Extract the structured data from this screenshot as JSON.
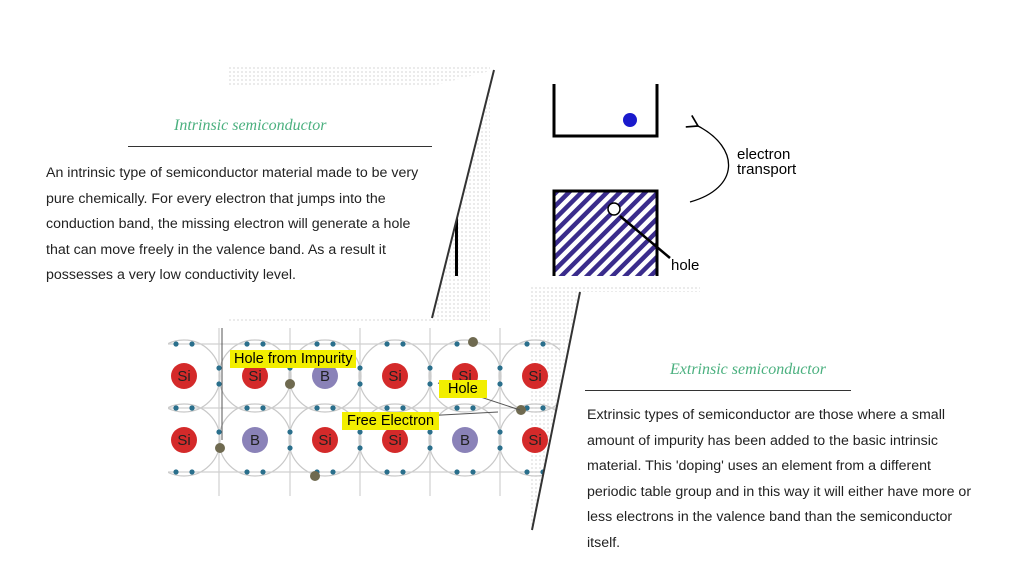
{
  "intrinsic": {
    "title": "Intrinsic semiconductor",
    "body": "An intrinsic type of semiconductor material made to be very pure chemically. For every electron that jumps into the conduction band, the missing electron will generate a hole that can move freely in the valence band. As a result it possesses a very low conductivity level."
  },
  "extrinsic": {
    "title": "Extrinsic semiconductor",
    "body": "Extrinsic types of semiconductor are those where a small amount of impurity has been added to the basic intrinsic material. This 'doping' uses an element from a different periodic table group and in this way it will either have more or less electrons in the valence band than the semiconductor itself."
  },
  "band_diagram": {
    "transport_label_1": "electron",
    "transport_label_2": "transport",
    "hole_label": "hole",
    "colors": {
      "electron": "#1a1acc",
      "hatch": "#3a2c8c"
    }
  },
  "lattice_diagram": {
    "row1": [
      "Si",
      "Si",
      "B",
      "Si",
      "Si",
      "Si"
    ],
    "row2": [
      "Si",
      "B",
      "Si",
      "Si",
      "B",
      "Si"
    ],
    "label_hole_impurity": "Hole from Impurity",
    "label_hole": "Hole",
    "label_free_electron": "Free Electron",
    "colors": {
      "si": "#d42a2a",
      "b": "#8a82b8",
      "label_bg": "#f2ee00"
    }
  }
}
